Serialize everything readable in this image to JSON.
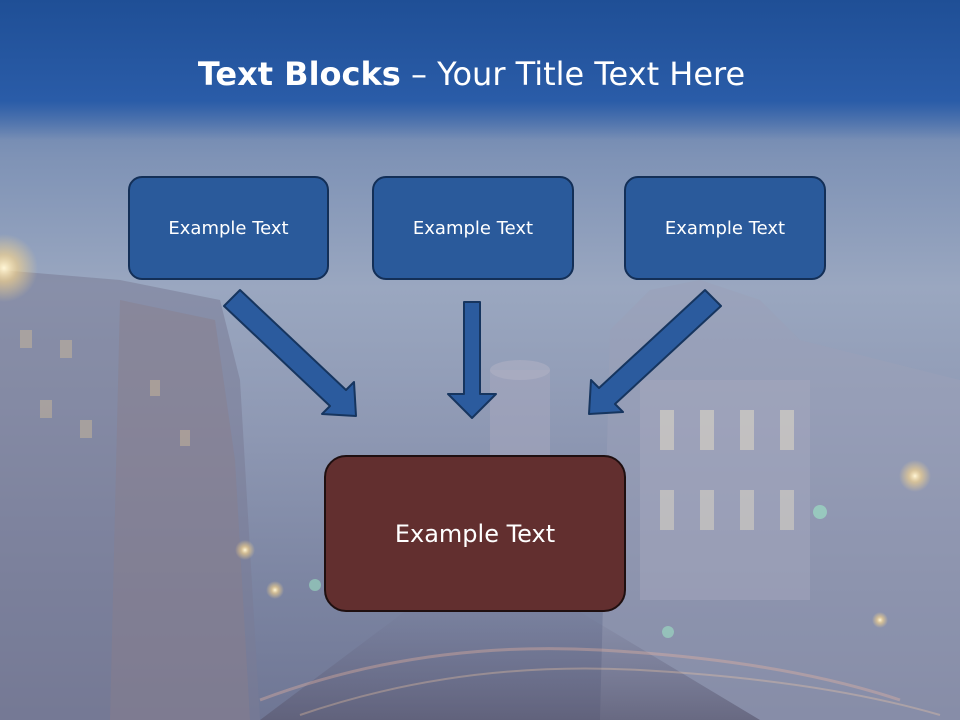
{
  "title": {
    "bold": "Text Blocks",
    "separator": " – ",
    "normal": "Your Title Text Here"
  },
  "blocks": [
    {
      "label": "Example Text"
    },
    {
      "label": "Example Text"
    },
    {
      "label": "Example Text"
    }
  ],
  "center_block": {
    "label": "Example Text"
  },
  "colors": {
    "block_fill": "#2a5a9b",
    "block_border": "#132f57",
    "center_fill": "#622f2f",
    "arrow_fill": "#2b5b9e",
    "title_band": "#2a5ca8"
  }
}
